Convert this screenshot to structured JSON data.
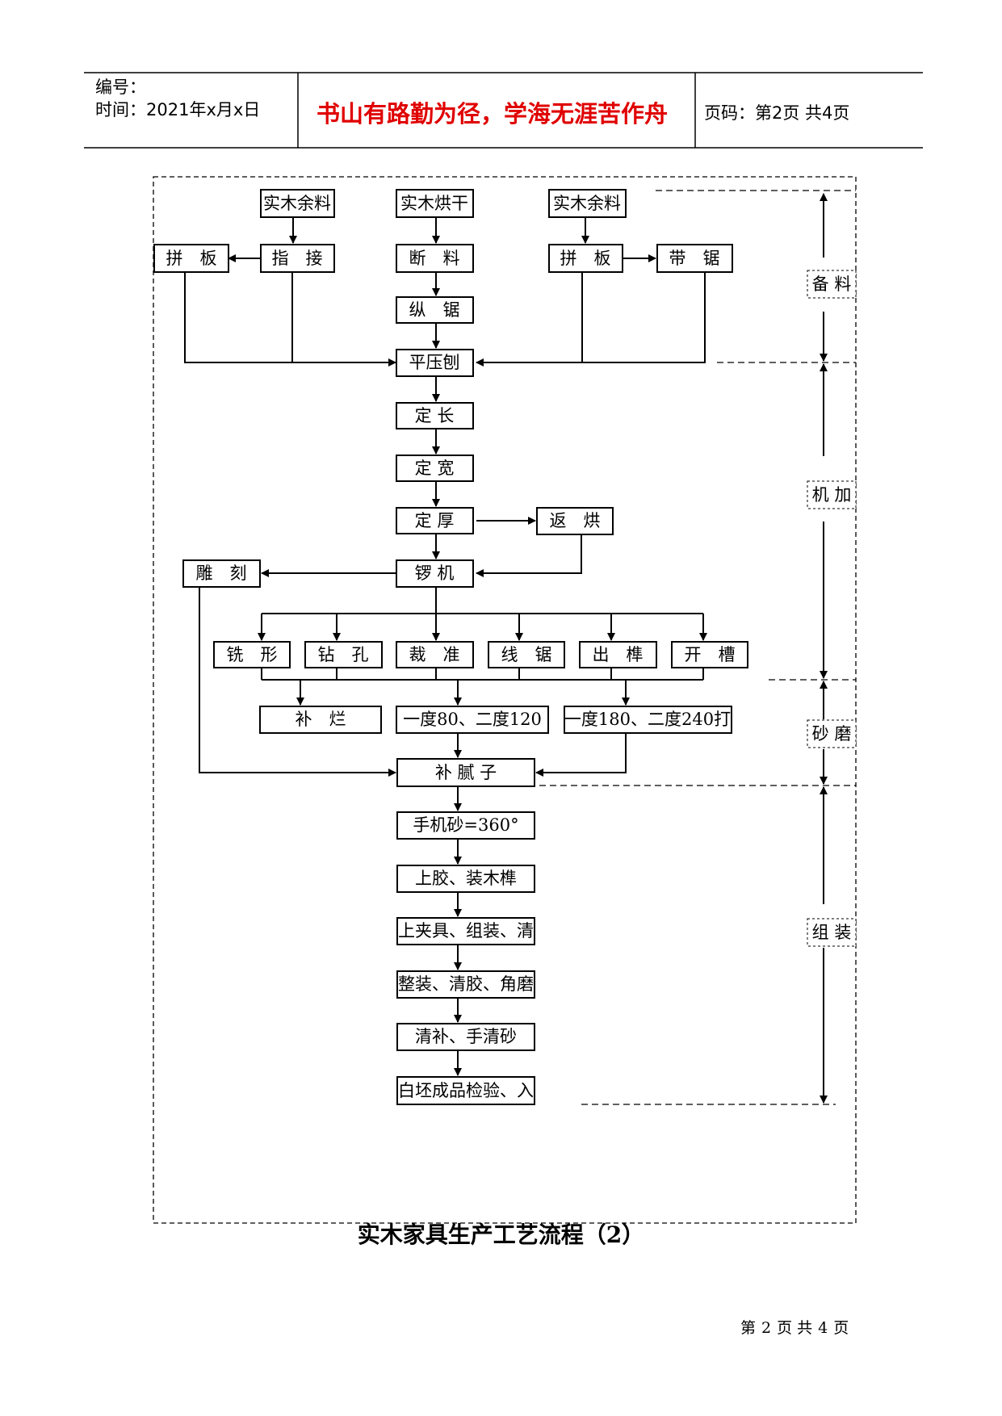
{
  "header": {
    "number_label": "编号：",
    "time_label": "时间：2021年x月x日",
    "motto": "书山有路勤为径，学海无涯苦作舟",
    "page_code": "页码：第2页  共4页"
  },
  "flow": {
    "nodes": {
      "scrap1": "实木余料",
      "kiln": "实木烘干",
      "scrap2": "实木余料",
      "panel1": "拼　板",
      "finger": "指　接",
      "cut": "断　料",
      "panel2": "拼　板",
      "bandsaw": "带　锯",
      "rip": "纵　锯",
      "planer": "平压刨",
      "length": "定 长",
      "width": "定 宽",
      "thick": "定 厚",
      "redry": "返　烘",
      "carve": "雕　刻",
      "router": "锣 机",
      "mill": "铣　形",
      "drill": "钻　孔",
      "trim": "裁　准",
      "wire": "线　锯",
      "tenon": "出　榫",
      "slot": "开　槽",
      "patch": "补　烂",
      "sand1": "一度80、二度120",
      "sand2": "一度180、二度240打",
      "putty": "补 腻 子",
      "hand": "手机砂=360°",
      "glue": "上胶、装木榫",
      "clamp": "上夹具、组装、清",
      "adjust": "整装、清胶、角磨",
      "clean": "清补、手清砂",
      "inspect": "白坯成品检验、入"
    },
    "stages": {
      "prep": "备 料",
      "machining": "机 加",
      "sanding": "砂 磨",
      "assembly": "组 装"
    }
  },
  "caption": "实木家具生产工艺流程（2）",
  "footer": {
    "pre": "第",
    "page": "2",
    "mid": "页 共",
    "total": "4",
    "post": "页"
  }
}
